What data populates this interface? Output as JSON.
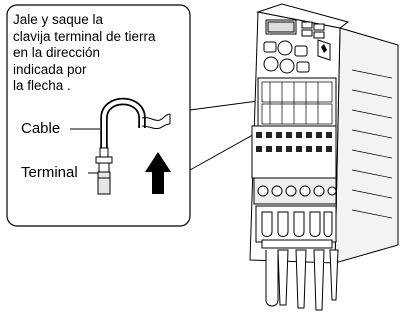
{
  "callout": {
    "lines": [
      "Jale y saque la",
      "clavija terminal de tierra",
      "en la dirección",
      "indicada por",
      "la flecha ."
    ]
  },
  "labels": {
    "cable": "Cable",
    "terminal": "Terminal"
  },
  "icons": {
    "pull_direction": "up-arrow-icon",
    "logo": "brand-logo-icon"
  }
}
